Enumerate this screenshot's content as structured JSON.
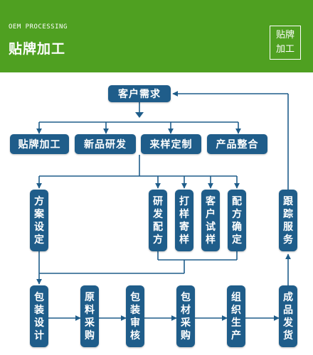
{
  "header": {
    "subtitle": "OEM PROCESSING",
    "title": "贴牌加工",
    "badge": "贴牌\n加工"
  },
  "colors": {
    "header_bg": "#4fa021",
    "node_bg": "#1f5d8a",
    "connector": "#1f5d8a"
  },
  "nodes": {
    "customer_need": "客户需求",
    "oem": "贴牌加工",
    "new_product": "新品研发",
    "sample_custom": "来样定制",
    "integration": "产品整合",
    "plan_setting": "方\n案\n设\n定",
    "formula_dev": "研\n发\n配\n方",
    "sample_mail": "打\n样\n寄\n样",
    "customer_trial": "客\n户\n试\n样",
    "formula_confirm": "配\n方\n确\n定",
    "follow_service": "跟\n踪\n服\n务",
    "package_design": "包\n装\n设\n计",
    "material_purchase": "原\n料\n采\n购",
    "package_review": "包\n装\n审\n核",
    "packmat_purchase": "包\n材\n采\n购",
    "production": "组\n织\n生\n产",
    "delivery": "成\n品\n发\n货"
  }
}
